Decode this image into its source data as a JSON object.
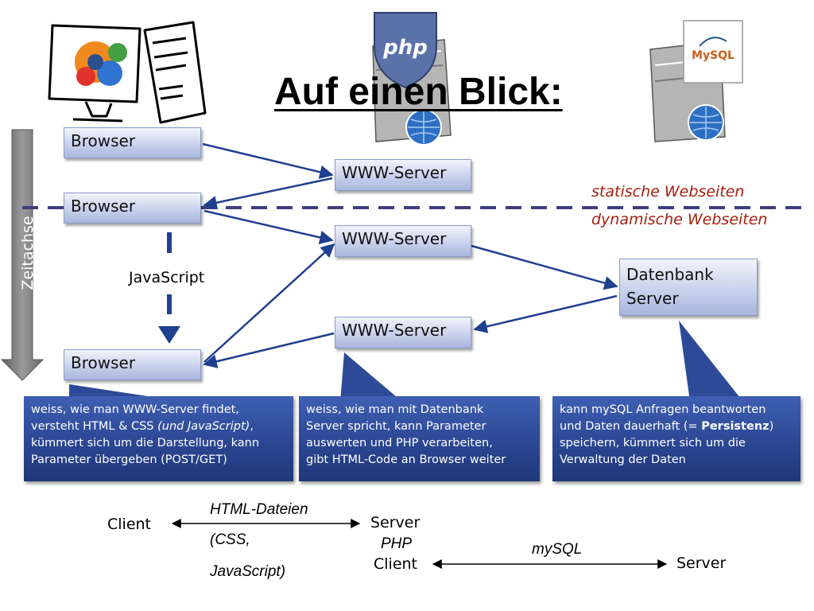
{
  "title": "Auf einen Blick:",
  "timeline_label": "Zeitachse",
  "boxes": {
    "browser_1": "Browser",
    "browser_2": "Browser",
    "browser_3": "Browser",
    "www_1": "WWW-Server",
    "www_2": "WWW-Server",
    "www_3": "WWW-Server",
    "db_line1": "Datenbank",
    "db_line2": "Server"
  },
  "javascript_label": "JavaScript",
  "divider": {
    "static": "statische Webseiten",
    "dynamic": "dynamische Webseiten"
  },
  "callouts": {
    "browser": {
      "line1": "weiss, wie man WWW-Server findet,",
      "line2a": "versteht HTML & CSS ",
      "line2b": "(und JavaScript)",
      "line2c": ",",
      "line3": "kümmert sich um die Darstellung, kann",
      "line4": "Parameter übergeben (POST/GET)"
    },
    "server": {
      "line1": "weiss, wie man mit Datenbank",
      "line2": "Server spricht, kann Parameter",
      "line3": "auswerten und PHP verarbeiten,",
      "line4": "gibt HTML-Code an Browser weiter"
    },
    "db": {
      "line1": "kann mySQL Anfragen beantworten",
      "line2a": "und Daten dauerhaft (= ",
      "line2b": "Persistenz",
      "line2c": ")",
      "line3": "speichern, kümmert sich um die",
      "line4": "Verwaltung der Daten"
    }
  },
  "bottom": {
    "client1": "Client",
    "html_label": "HTML-Dateien",
    "css_label": "(CSS,",
    "js_label": "JavaScript)",
    "server1": "Server",
    "php_label": "PHP",
    "client2": "Client",
    "mysql_label": "mySQL",
    "server2": "Server"
  },
  "icons": {
    "php_badge_text": "php",
    "mysql_logo_text": "MySQL"
  },
  "colors": {
    "box_border": "#8a9bc4",
    "arrow": "#1f3f8f",
    "callout": "#2a4590",
    "divider": "#3f3f7f",
    "divider_text": "#a3200f",
    "timeline": "#808080"
  }
}
